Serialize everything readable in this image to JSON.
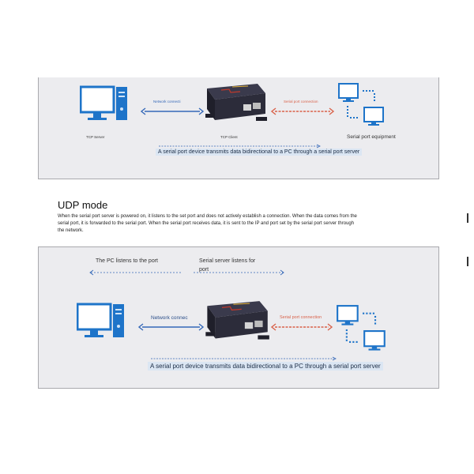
{
  "tcp_panel": {
    "server_label": "TCP Server",
    "client_label": "TCP Client",
    "network_label": "Network connecti",
    "serial_conn_label": "Serial port connection",
    "equipment_label": "Serial port equipment",
    "banner": "A serial port device transmits data bidirectional to a PC through a serial port server"
  },
  "udp": {
    "title": "UDP mode",
    "desc_line1": "When the serial port server is powered on, it listens to the set port and does not actively establish a connection. When the data comes from the",
    "desc_line2": "serial port, it is forwarded to the serial port. When the serial port receives data, it is sent to the IP and port set by the serial port server through",
    "desc_line3": "the network."
  },
  "udp_panel": {
    "pc_listens": "The PC listens to the port",
    "server_listens_1": "Serial server listens for",
    "server_listens_2": "port",
    "network_label": "Network connec",
    "serial_conn_label": "Serial port connection",
    "banner": "A serial port device transmits data bidirectional to a PC through a serial port server"
  },
  "colors": {
    "monitor": "#1e74c9",
    "network_arrow": "#3568b8",
    "serial_arrow": "#d9624a",
    "device_body": "#2c2c3a",
    "device_accent": "#c0392b"
  },
  "icons": [
    "pc-tower-icon",
    "serial-server-device-icon",
    "monitor-icon",
    "bidirectional-arrow-icon"
  ]
}
